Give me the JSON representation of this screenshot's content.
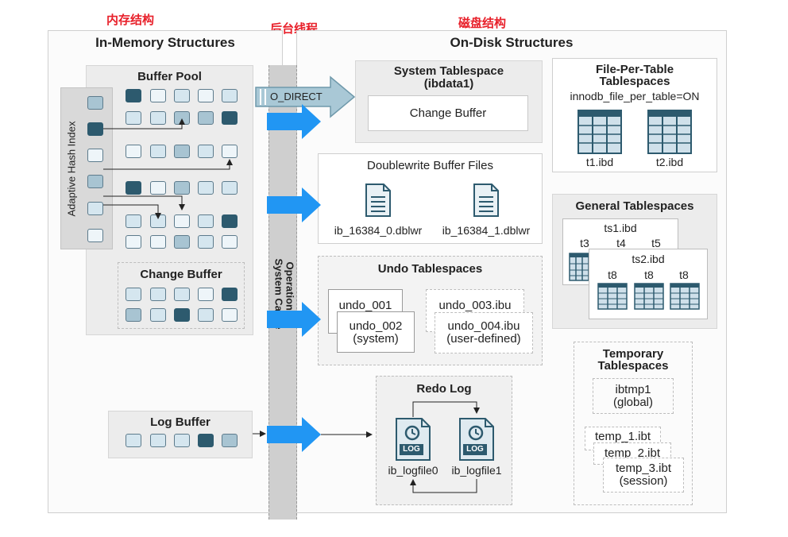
{
  "annotations": {
    "in_memory_cn": "内存结构",
    "background_thread_cn": "后台线程",
    "on_disk_cn": "磁盘结构"
  },
  "in_memory": {
    "title": "In-Memory Structures",
    "buffer_pool": {
      "title": "Buffer Pool",
      "adaptive_hash_index": "Adaptive Hash Index",
      "change_buffer": "Change Buffer"
    },
    "log_buffer": "Log Buffer"
  },
  "os_cache": {
    "line1": "Operationing",
    "line2": "System Cache",
    "o_direct": "O_DIRECT"
  },
  "on_disk": {
    "title": "On-Disk Structures",
    "system_tablespace": {
      "title_line1": "System Tablespace",
      "title_line2": "(ibdata1)",
      "change_buffer": "Change Buffer"
    },
    "file_per_table": {
      "title_line1": "File-Per-Table",
      "title_line2": "Tablespaces",
      "setting": "innodb_file_per_table=ON",
      "files": [
        "t1.ibd",
        "t2.ibd"
      ]
    },
    "doublewrite": {
      "title": "Doublewrite Buffer Files",
      "files": [
        "ib_16384_0.dblwr",
        "ib_16384_1.dblwr"
      ]
    },
    "general_tablespaces": {
      "title": "General Tablespaces",
      "ts1": "ts1.ibd",
      "ts1_tables": [
        "t3",
        "t4",
        "t5"
      ],
      "ts2": "ts2.ibd",
      "ts2_tables": [
        "t8",
        "t8",
        "t8"
      ]
    },
    "undo": {
      "title": "Undo Tablespaces",
      "undo_001": "undo_001",
      "undo_002_line1": "undo_002",
      "undo_002_line2": "(system)",
      "undo_003": "undo_003.ibu",
      "undo_004_line1": "undo_004.ibu",
      "undo_004_line2": "(user-defined)"
    },
    "temporary": {
      "title_line1": "Temporary",
      "title_line2": "Tablespaces",
      "ibtmp1_line1": "ibtmp1",
      "ibtmp1_line2": "(global)",
      "temp1": "temp_1.ibt",
      "temp2": "temp_2.ibt",
      "temp3_line1": "temp_3.ibt",
      "temp3_line2": "(session)"
    },
    "redo": {
      "title": "Redo Log",
      "files": [
        "ib_logfile0",
        "ib_logfile1"
      ],
      "log_label": "LOG"
    }
  }
}
